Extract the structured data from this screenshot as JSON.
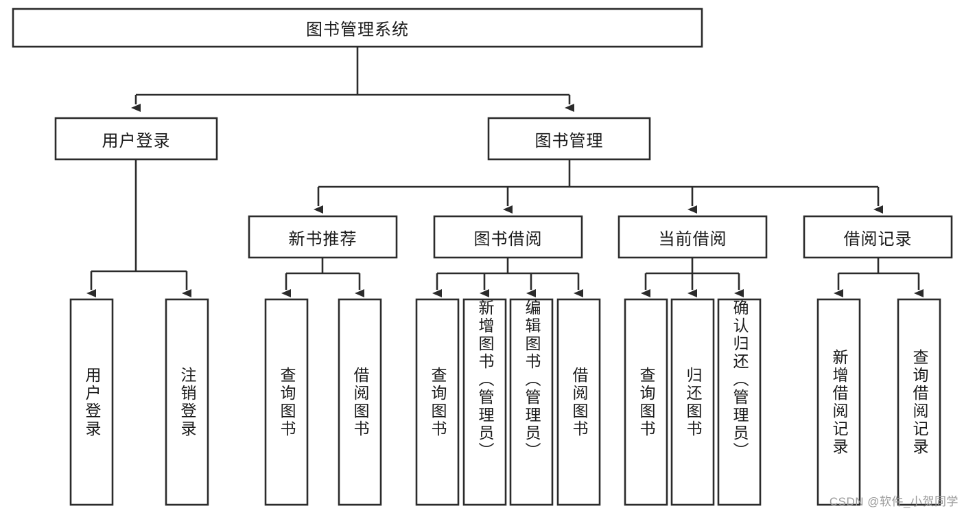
{
  "diagram": {
    "title": "图书管理系统",
    "type": "tree-hierarchy-chart",
    "watermark": "CSDN @软件_小贺同学",
    "colors": {
      "stroke": "#2b2b2b",
      "fill": "#ffffff",
      "text": "#1a1a1a",
      "watermark": "#9a9a9a"
    },
    "root": {
      "label": "图书管理系统"
    },
    "level1": [
      {
        "label": "用户登录"
      },
      {
        "label": "图书管理"
      }
    ],
    "level2": [
      {
        "label": "新书推荐"
      },
      {
        "label": "图书借阅"
      },
      {
        "label": "当前借阅"
      },
      {
        "label": "借阅记录"
      }
    ],
    "leaves": {
      "user_login": [
        {
          "label": "用户登录"
        },
        {
          "label": "注销登录"
        }
      ],
      "new_book_recommend": [
        {
          "label": "查询图书"
        },
        {
          "label": "借阅图书"
        }
      ],
      "book_borrow": [
        {
          "label": "查询图书"
        },
        {
          "label": "新增图书（管理员）"
        },
        {
          "label": "编辑图书（管理员）"
        },
        {
          "label": "借阅图书"
        }
      ],
      "current_borrow": [
        {
          "label": "查询图书"
        },
        {
          "label": "归还图书"
        },
        {
          "label": "确认归还（管理员）"
        }
      ],
      "borrow_records": [
        {
          "label": "新增借阅记录"
        },
        {
          "label": "查询借阅记录"
        }
      ]
    }
  }
}
